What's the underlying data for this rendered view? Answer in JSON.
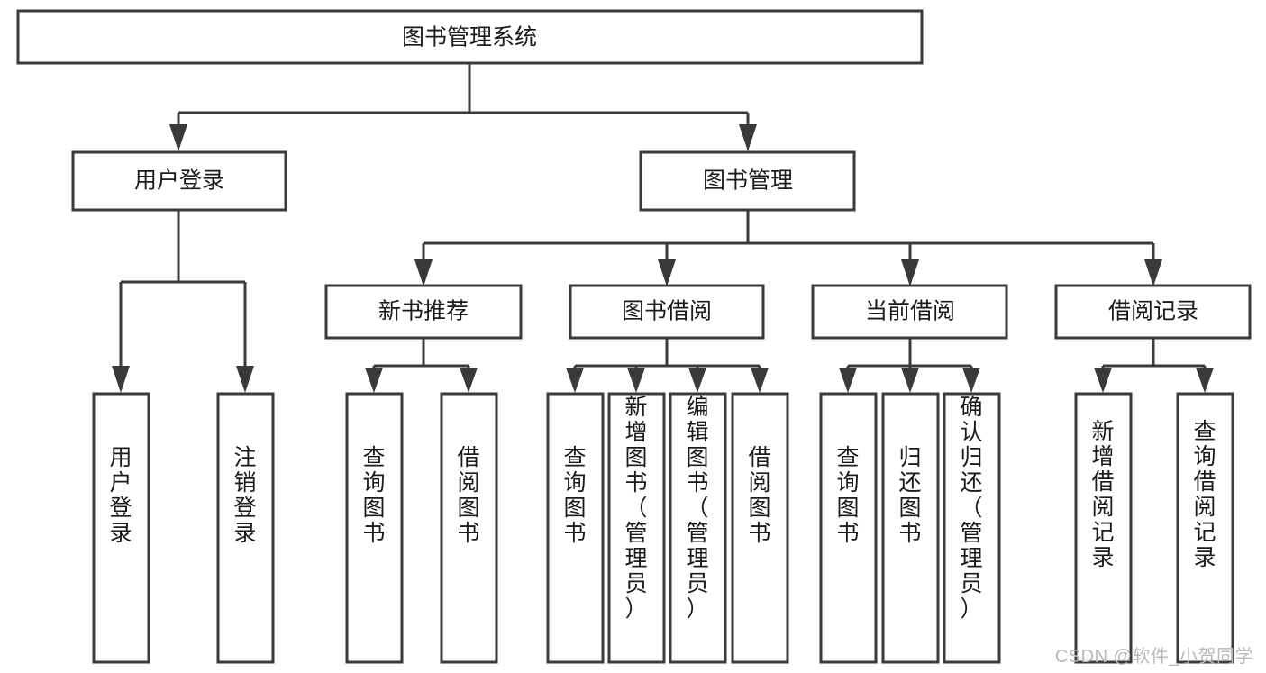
{
  "diagram": {
    "type": "tree-hierarchy",
    "orientation": "top-down",
    "root": {
      "id": "root",
      "label": "图书管理系统"
    },
    "level2": [
      {
        "id": "user-login",
        "label": "用户登录"
      },
      {
        "id": "book-manage",
        "label": "图书管理"
      }
    ],
    "level3": [
      {
        "id": "new-book-recommend",
        "label": "新书推荐",
        "parent": "book-manage"
      },
      {
        "id": "book-borrow",
        "label": "图书借阅",
        "parent": "book-manage"
      },
      {
        "id": "current-borrow",
        "label": "当前借阅",
        "parent": "book-manage"
      },
      {
        "id": "borrow-record",
        "label": "借阅记录",
        "parent": "book-manage"
      }
    ],
    "leaves": [
      {
        "id": "leaf-user-login",
        "label": "用户登录",
        "parent": "user-login"
      },
      {
        "id": "leaf-logout",
        "label": "注销登录",
        "parent": "user-login"
      },
      {
        "id": "leaf-query-book-1",
        "label": "查询图书",
        "parent": "new-book-recommend"
      },
      {
        "id": "leaf-borrow-book-1",
        "label": "借阅图书",
        "parent": "new-book-recommend"
      },
      {
        "id": "leaf-query-book-2",
        "label": "查询图书",
        "parent": "book-borrow"
      },
      {
        "id": "leaf-add-book",
        "label": "新增图书（管理员）",
        "parent": "book-borrow"
      },
      {
        "id": "leaf-edit-book",
        "label": "编辑图书（管理员）",
        "parent": "book-borrow"
      },
      {
        "id": "leaf-borrow-book-2",
        "label": "借阅图书",
        "parent": "book-borrow"
      },
      {
        "id": "leaf-query-book-3",
        "label": "查询图书",
        "parent": "current-borrow"
      },
      {
        "id": "leaf-return-book",
        "label": "归还图书",
        "parent": "current-borrow"
      },
      {
        "id": "leaf-confirm-return",
        "label": "确认归还（管理员）",
        "parent": "current-borrow"
      },
      {
        "id": "leaf-add-record",
        "label": "新增借阅记录",
        "parent": "borrow-record"
      },
      {
        "id": "leaf-query-record",
        "label": "查询借阅记录",
        "parent": "borrow-record"
      }
    ],
    "colors": {
      "box_stroke": "#3a3a3a",
      "box_fill": "#ffffff",
      "connector": "#3a3a3a",
      "text": "#1b1b1b",
      "background": "#ffffff",
      "watermark": "#b9b9b9"
    }
  },
  "watermark": {
    "text": "CSDN @软件_小贺同学"
  }
}
